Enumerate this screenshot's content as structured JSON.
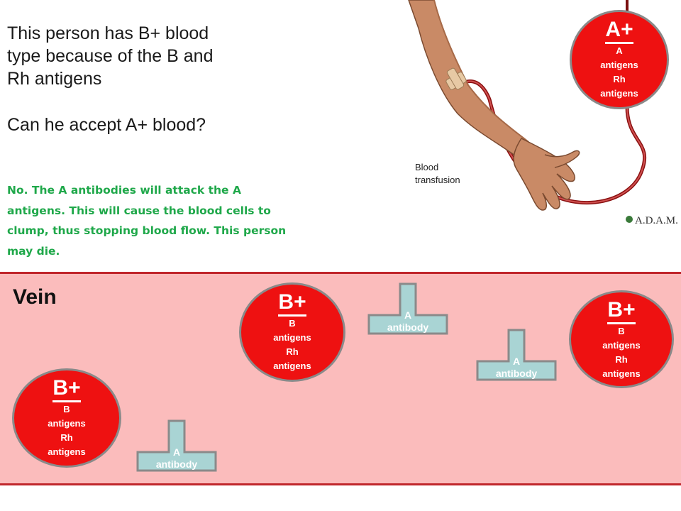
{
  "question": {
    "line1": "This person has B+ blood",
    "line2": "type because of the B and",
    "line3": "Rh antigens",
    "line4": "Can he accept A+ blood?"
  },
  "answer": {
    "line1": "No. The A antibodies will attack the A",
    "line2": "antigens. This will cause the blood cells to",
    "line3": "clump, thus stopping blood flow. This person",
    "line4": "may die."
  },
  "illustration": {
    "caption_line1": "Blood",
    "caption_line2": "transfusion",
    "credit": "A.D.A.M."
  },
  "vein": {
    "label": "Vein"
  },
  "donor_cell": {
    "type": "A+",
    "antigen1": "A",
    "antigen1b": "antigens",
    "antigen2": "Rh",
    "antigen2b": "antigens"
  },
  "recipient_cells": [
    {
      "type": "B+",
      "antigen1": "B",
      "antigen1b": "antigens",
      "antigen2": "Rh",
      "antigen2b": "antigens"
    },
    {
      "type": "B+",
      "antigen1": "B",
      "antigen1b": "antigens",
      "antigen2": "Rh",
      "antigen2b": "antigens"
    },
    {
      "type": "B+",
      "antigen1": "B",
      "antigen1b": "antigens",
      "antigen2": "Rh",
      "antigen2b": "antigens"
    }
  ],
  "antibodies": [
    {
      "line1": "A",
      "line2": "antibody"
    },
    {
      "line1": "A",
      "line2": "antibody"
    },
    {
      "line1": "A",
      "line2": "antibody"
    }
  ],
  "colors": {
    "cell_red": "#ee1111",
    "vein_pink": "#fbbcbc",
    "vein_border": "#c0262b",
    "answer_green": "#1fa84a",
    "antibody_teal": "#a9d4d4"
  }
}
